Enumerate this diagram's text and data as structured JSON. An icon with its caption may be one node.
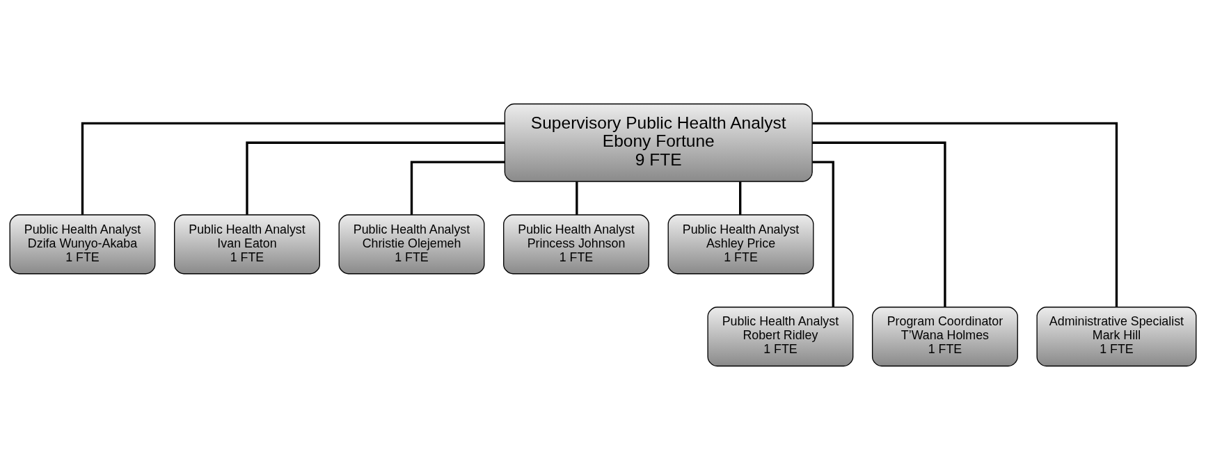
{
  "diagram": {
    "nodes": [
      {
        "text": [
          "Supervisory Public Health Analyst",
          "Ebony Fortune",
          "9 FTE"
        ]
      },
      {
        "text": [
          "Public Health Analyst",
          "Dzifa Wunyo-Akaba",
          "1 FTE"
        ]
      },
      {
        "text": [
          "Public Health Analyst",
          "Ivan Eaton",
          "1 FTE"
        ]
      },
      {
        "text": [
          "Public Health Analyst",
          "Christie Olejemeh",
          "1 FTE"
        ]
      },
      {
        "text": [
          "Public Health Analyst",
          "Princess Johnson",
          "1 FTE"
        ]
      },
      {
        "text": [
          "Public Health Analyst",
          "Ashley Price",
          "1 FTE"
        ]
      },
      {
        "text": [
          "Public Health Analyst",
          "Robert Ridley",
          "1 FTE"
        ]
      },
      {
        "text": [
          "Program Coordinator",
          "T’Wana Holmes",
          "1 FTE"
        ]
      },
      {
        "text": [
          "Administrative Specialist",
          "Mark Hill",
          "1 FTE"
        ]
      }
    ],
    "edges": [
      {
        "from": 0,
        "to": 1,
        "arrow": "none"
      },
      {
        "from": 0,
        "to": 2,
        "arrow": "none"
      },
      {
        "from": 0,
        "to": 3,
        "arrow": "none"
      },
      {
        "from": 0,
        "to": 4,
        "arrow": "none"
      },
      {
        "from": 0,
        "to": 5,
        "arrow": "none"
      },
      {
        "from": 0,
        "to": 6,
        "arrow": "none"
      },
      {
        "from": 0,
        "to": 7,
        "arrow": "none"
      },
      {
        "from": 0,
        "to": 8,
        "arrow": "none"
      }
    ]
  }
}
